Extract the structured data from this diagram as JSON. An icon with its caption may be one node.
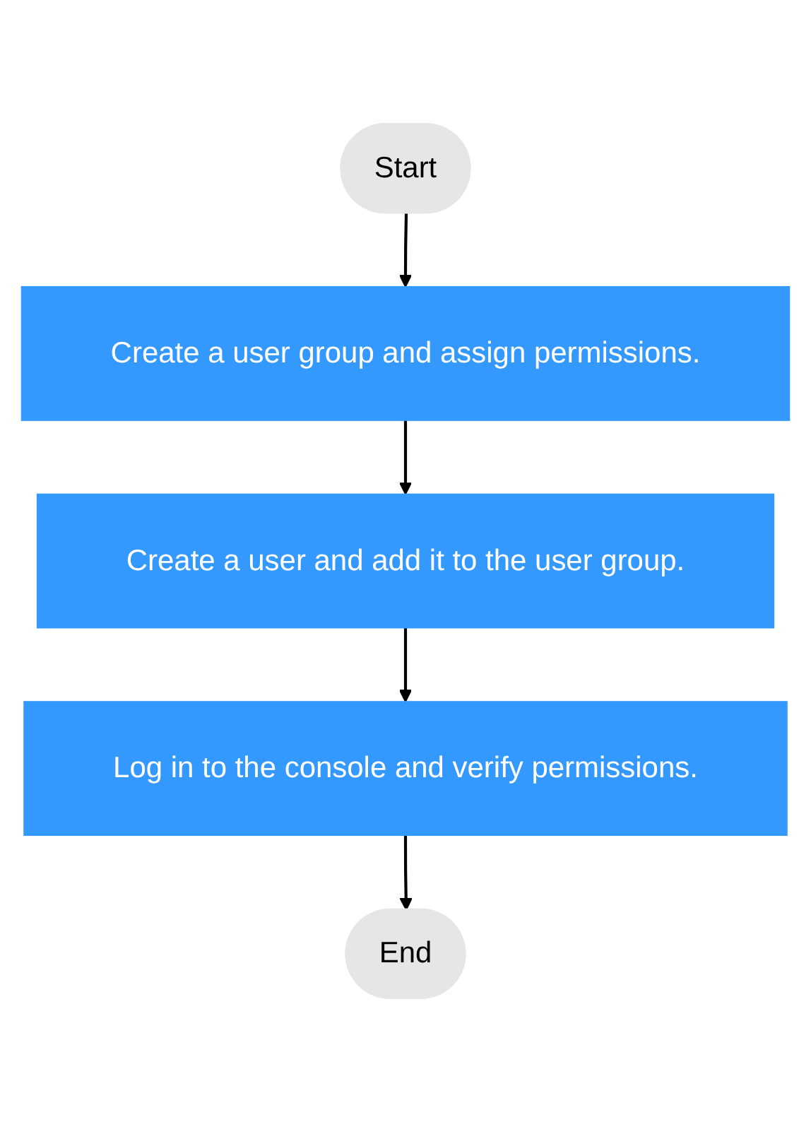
{
  "diagram": {
    "nodes": [
      {
        "text": [
          "Start"
        ]
      },
      {
        "text": [
          "Create a user group and assign permissions."
        ]
      },
      {
        "text": [
          "Create a user and add it to the user group."
        ]
      },
      {
        "text": [
          "Log in to the console and verify permissions."
        ]
      },
      {
        "text": [
          "End"
        ]
      }
    ],
    "edges": [
      {
        "from": 0,
        "to": 1,
        "arrow": "to"
      },
      {
        "from": 1,
        "to": 2,
        "arrow": "to"
      },
      {
        "from": 2,
        "to": 3,
        "arrow": "to"
      },
      {
        "from": 3,
        "to": 4,
        "arrow": "to"
      }
    ]
  }
}
